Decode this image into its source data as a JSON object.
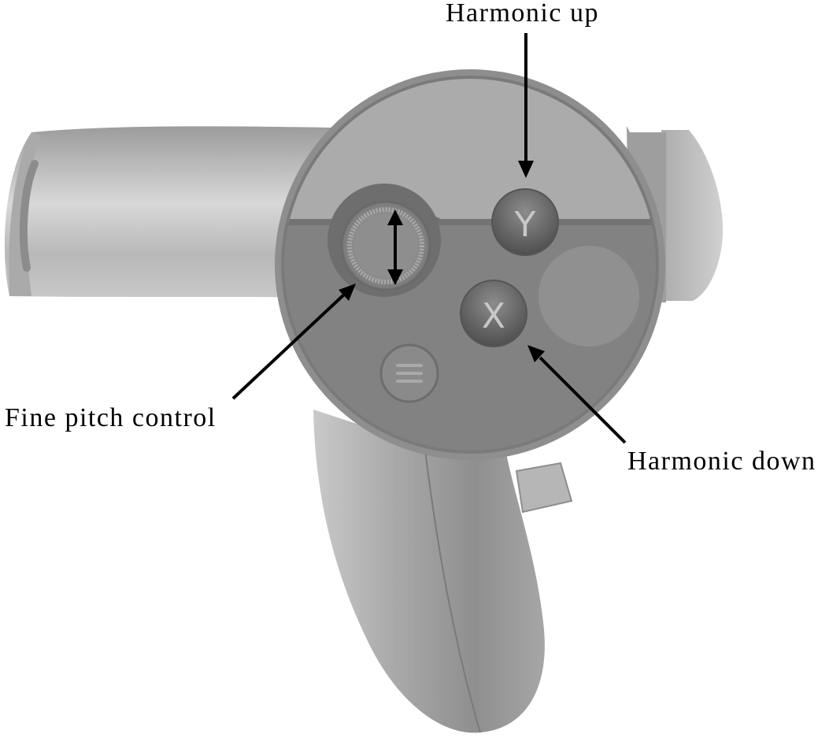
{
  "labels": {
    "harmonic_up": "Harmonic up",
    "fine_pitch": "Fine pitch control",
    "harmonic_down": "Harmonic down"
  },
  "controller": {
    "button_y_glyph": "Y",
    "button_x_glyph": "X"
  },
  "colors": {
    "arrow": "#000000",
    "body_light": "#cfcfcf",
    "body_mid": "#9a9a9a",
    "face_top": "#a6a6a6",
    "face_bottom": "#7e7e7e",
    "button": "#6a6a6a"
  },
  "icons": [
    "menu-icon",
    "double-arrow-icon"
  ]
}
